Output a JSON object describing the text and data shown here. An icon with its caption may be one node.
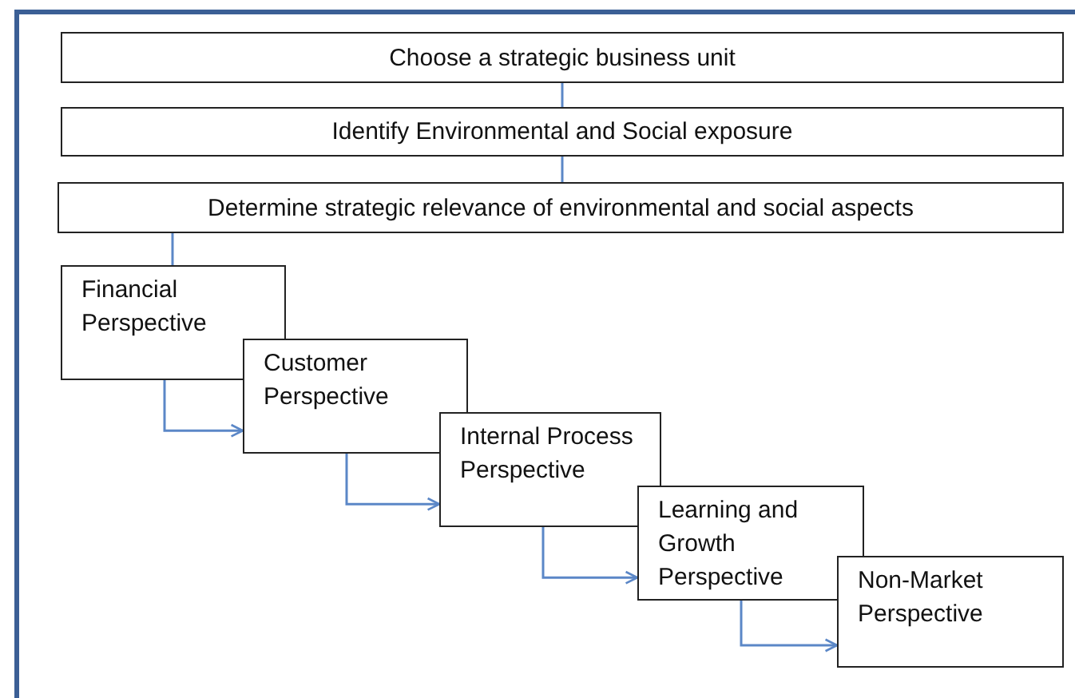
{
  "diagram": {
    "nodes": [
      {
        "text": [
          "Choose a strategic business unit"
        ]
      },
      {
        "text": [
          "Identify Environmental and Social exposure"
        ]
      },
      {
        "text": [
          "Determine strategic relevance of environmental and social aspects"
        ]
      },
      {
        "text": [
          "Financial Perspective"
        ]
      },
      {
        "text": [
          "Customer Perspective"
        ]
      },
      {
        "text": [
          "Internal Process Perspective"
        ]
      },
      {
        "text": [
          "Learning and Growth Perspective"
        ]
      },
      {
        "text": [
          "Non-Market Perspective"
        ]
      }
    ],
    "edges": [
      {
        "from": 0,
        "to": 1,
        "arrow": "none"
      },
      {
        "from": 1,
        "to": 2,
        "arrow": "none"
      },
      {
        "from": 2,
        "to": 3,
        "arrow": "none"
      },
      {
        "from": 3,
        "to": 4,
        "arrow": "to"
      },
      {
        "from": 4,
        "to": 5,
        "arrow": "to"
      },
      {
        "from": 5,
        "to": 6,
        "arrow": "to"
      },
      {
        "from": 6,
        "to": 7,
        "arrow": "to"
      }
    ]
  }
}
